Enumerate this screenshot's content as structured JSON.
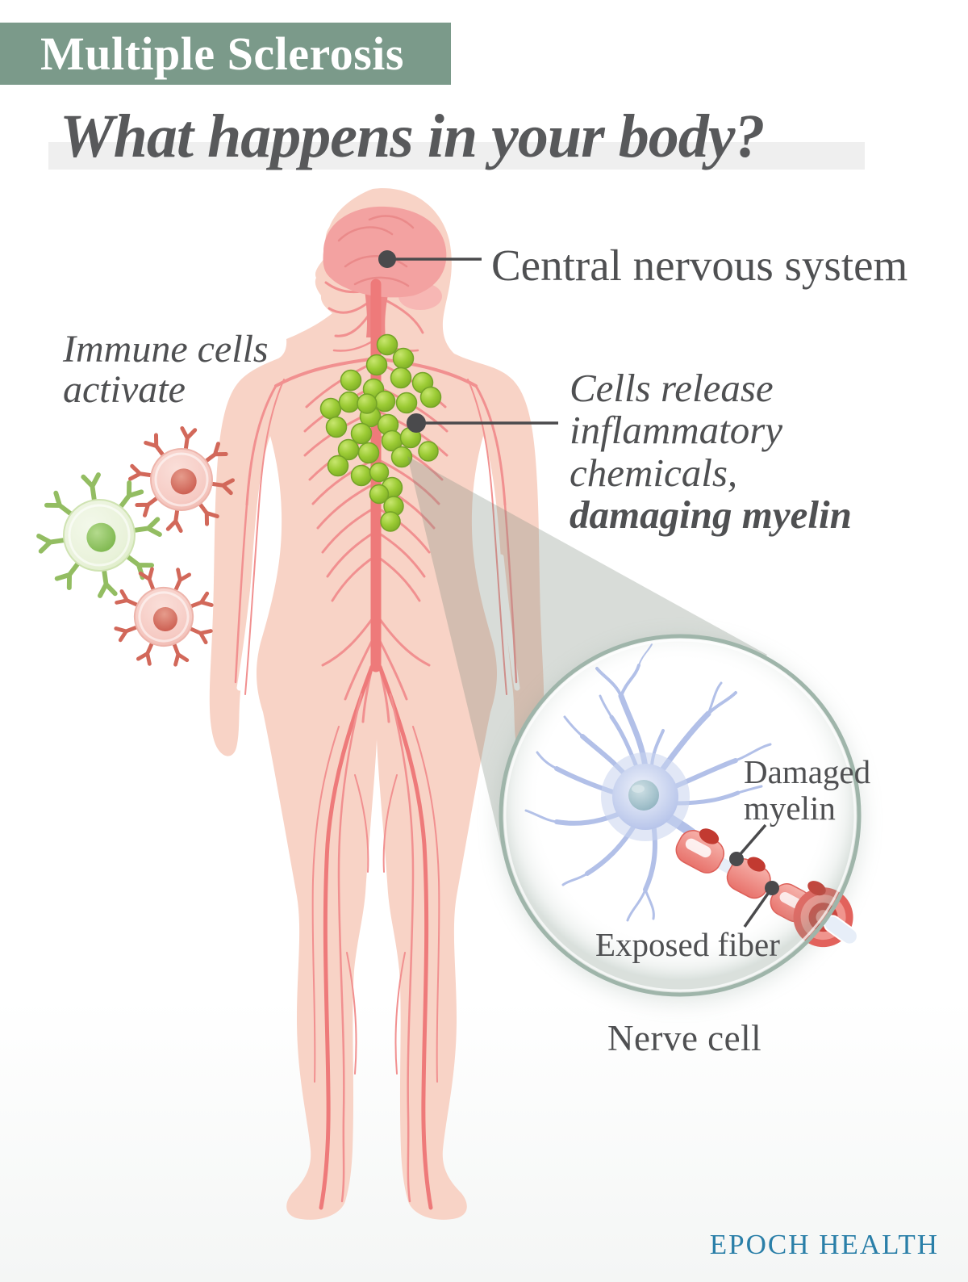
{
  "header": {
    "badge": "Multiple Sclerosis",
    "title": "What happens in your body?"
  },
  "annotations": {
    "cns": {
      "label": "Central nervous system"
    },
    "immune": {
      "line1": "Immune cells",
      "line2": "activate"
    },
    "release": {
      "line1": "Cells release",
      "line2": "inflammatory",
      "line3": "chemicals,",
      "line4_bold": "damaging myelin"
    },
    "damaged": {
      "line1": "Damaged",
      "line2": "myelin"
    },
    "exposed": {
      "label": "Exposed fiber"
    },
    "nerve_cell": {
      "caption": "Nerve cell"
    }
  },
  "footer": {
    "brand": "EPOCH HEALTH"
  },
  "illustrations": {
    "body": "human-body-nervous-system-illustration",
    "brain": "brain-illustration",
    "immune_pink": "pink-immune-cell-illustration",
    "immune_green": "green-immune-cell-illustration",
    "lesions": "green-immune-cell-dots",
    "magnifier": "magnifier-circle",
    "neuron": "nerve-cell-illustration",
    "myelin": "damaged-myelin-illustration"
  },
  "colors": {
    "header-green": "#7b9a8a",
    "title-gray": "#58595b",
    "label-gray": "#4f5052",
    "highlight-bar": "#efefef",
    "skin": "#f8d3c6",
    "nerve": "#f19090",
    "spine": "#ee7a7a",
    "brain": "#f3a2a1",
    "green-cell": "#9bcb34",
    "callout": "#4a4a4c",
    "wedge": "#7d8c7f",
    "circle-border": "#9fb5aa",
    "neuron-blue": "#b2c0e8",
    "myelin-red": "#e8736c",
    "brand-blue": "#2a7fa8"
  }
}
